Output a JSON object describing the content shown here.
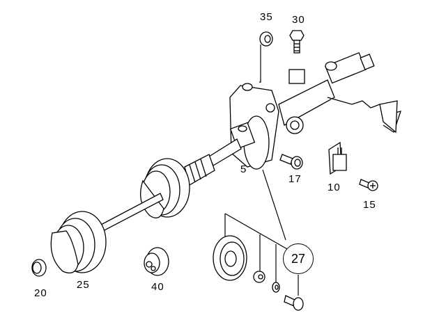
{
  "diagram": {
    "title": "",
    "labels": {
      "p35": "35",
      "p30": "30",
      "p5": "5",
      "p17": "17",
      "p10": "10",
      "p15": "15",
      "p20": "20",
      "p25": "25",
      "p40": "40",
      "p27": "27"
    },
    "colors": {
      "line": "#000000",
      "background": "#ffffff"
    }
  }
}
